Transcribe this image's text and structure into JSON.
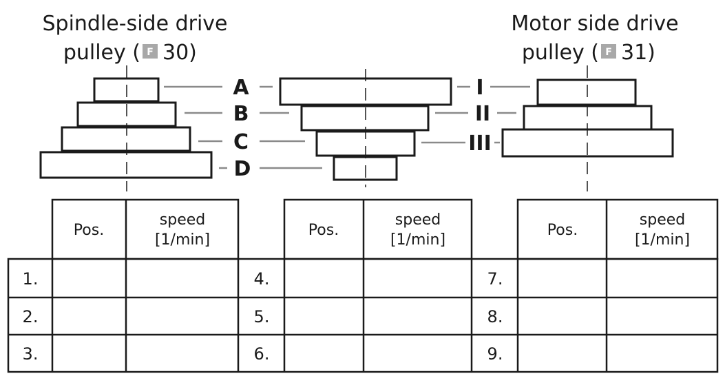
{
  "titles": {
    "spindle": {
      "line1": "Spindle-side drive",
      "line2_prefix": "pulley (",
      "ref_icon": "F",
      "ref_num": "30)"
    },
    "motor": {
      "line1": "Motor side drive",
      "line2_prefix": "pulley (",
      "ref_icon": "F",
      "ref_num": "31)"
    }
  },
  "colors": {
    "stroke": "#1a1a1a",
    "leader": "#8a8a8a",
    "badge": "#a8a8a8"
  },
  "step_labels_left": [
    "A",
    "B",
    "C",
    "D"
  ],
  "step_labels_right": [
    "I",
    "II",
    "III"
  ],
  "table": {
    "header_pos": "Pos.",
    "header_speed_line1": "speed",
    "header_speed_line2": "[1/min]",
    "row_numbers": [
      "1.",
      "2.",
      "3.",
      "4.",
      "5.",
      "6.",
      "7.",
      "8.",
      "9."
    ]
  }
}
